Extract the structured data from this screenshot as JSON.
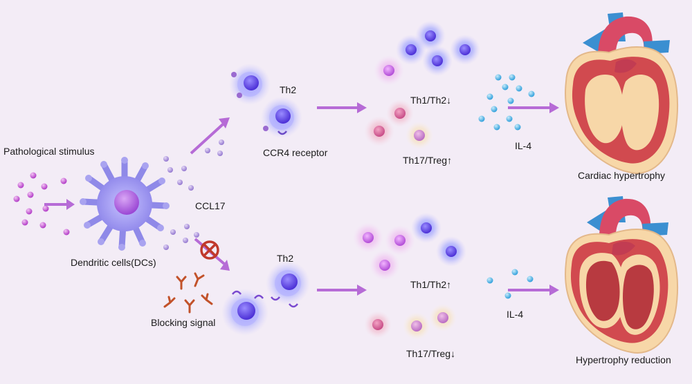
{
  "labels": {
    "pathological_stimulus": "Pathological stimulus",
    "dendritic_cells": "Dendritic cells(DCs)",
    "ccl17": "CCL17",
    "blocking_signal": "Blocking signal",
    "th2_top": "Th2",
    "ccr4_receptor": "CCR4 receptor",
    "th2_bottom": "Th2",
    "th1_th2_down": "Th1/Th2↓",
    "th17_treg_up": "Th17/Treg↑",
    "th1_th2_up": "Th1/Th2↑",
    "th17_treg_down": "Th17/Treg↓",
    "il4_top": "IL-4",
    "il4_bottom": "IL-4",
    "cardiac_hypertrophy": "Cardiac hypertrophy",
    "hypertrophy_reduction": "Hypertrophy reduction"
  },
  "colors": {
    "background": "#f3ecf6",
    "arrow": "#b66bd6",
    "stimulus_dot": "#c14fd0",
    "ccl17_dot": "#a98ad9",
    "dc_body": "#9a93e8",
    "th2_cell": "#7d7cf0",
    "th1_cell": "#d77ee8",
    "th17_cell": "#e08aa8",
    "treg_cell": "#f0d29a",
    "il4_dot": "#4fb6e6",
    "antibody": "#c2522a",
    "block_symbol": "#c0392b",
    "heart_muscle": "#d14a4f",
    "aorta": "#d94a66",
    "vessel_blue": "#3b8fd1",
    "pericardium": "#f7d7a8"
  }
}
